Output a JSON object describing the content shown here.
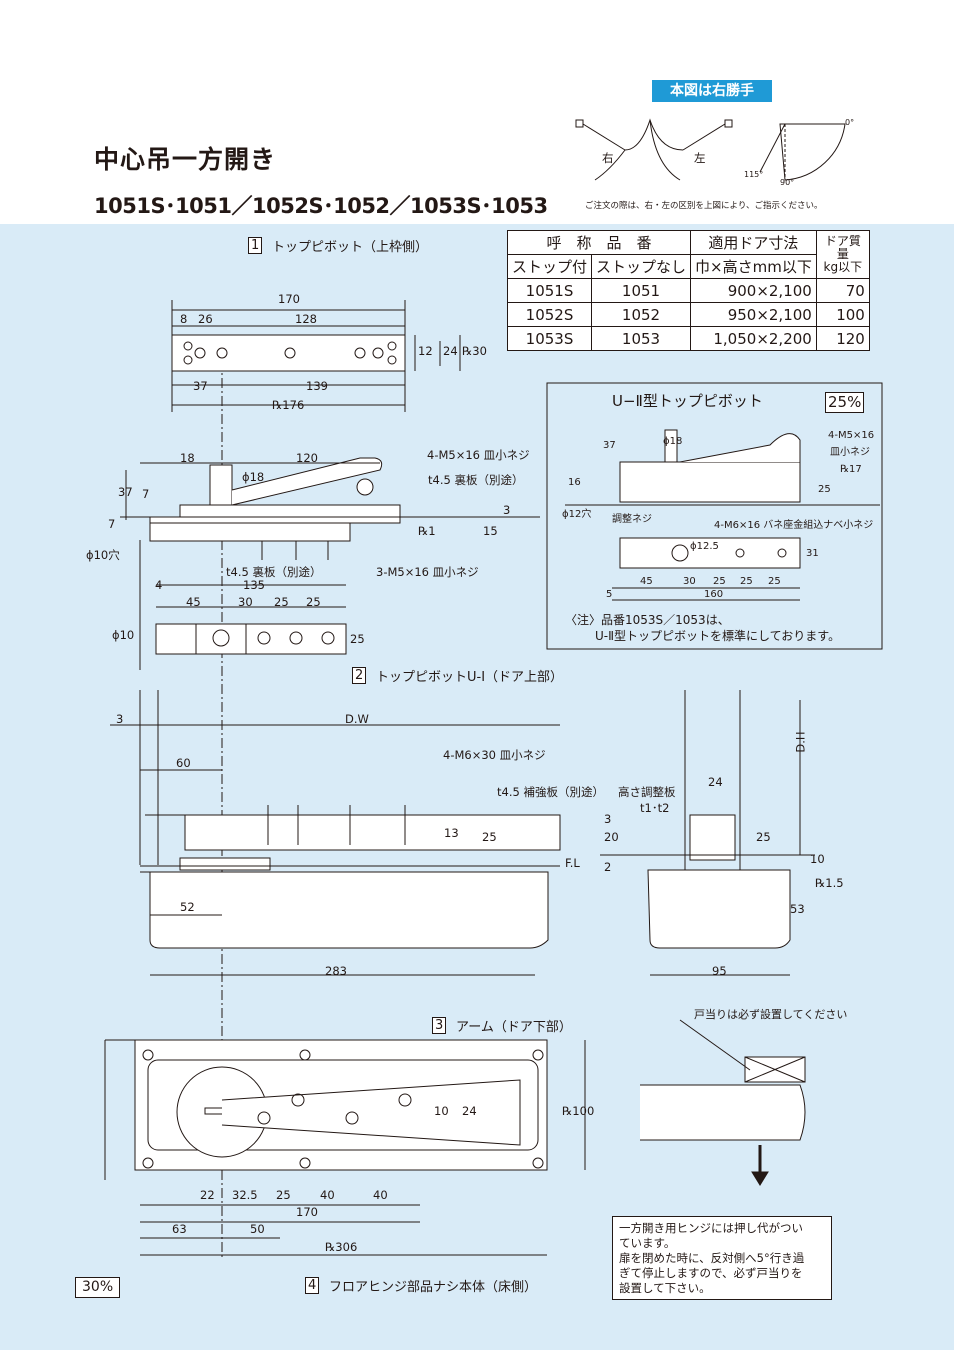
{
  "header": {
    "title": "中心吊一方開き",
    "models": "1051S･1051／1052S･1052／1053S･1053",
    "hand_badge": "本図は右勝手",
    "order_note": "ご注文の際は、右・左の区別を上図により、ご指示ください。",
    "hand_right": "右",
    "hand_left": "左",
    "angle_0": "0°",
    "angle_90": "90°",
    "angle_115": "115°"
  },
  "spec_table": {
    "headers": [
      "呼　称　品　番",
      "適用ドア寸法",
      "ドア質量"
    ],
    "subheaders": [
      "ストップ付",
      "ストップなし",
      "巾×高さmm以下",
      "kg以下"
    ],
    "rows": [
      [
        "1051S",
        "1051",
        "900×2,100",
        "70"
      ],
      [
        "1052S",
        "1052",
        "950×2,100",
        "100"
      ],
      [
        "1053S",
        "1053",
        "1,050×2,200",
        "120"
      ]
    ]
  },
  "sections": {
    "s1_num": "1",
    "s1_label": "トップピボット（上枠側）",
    "s2_num": "2",
    "s2_label": "トップピボットU-Ⅰ（ドア上部）",
    "s3_num": "3",
    "s3_label": "アーム（ドア下部）",
    "s4_num": "4",
    "s4_label": "フロアヒンジ部品ナシ本体（床側）"
  },
  "u2": {
    "title": "U−Ⅱ型トップピボット",
    "scale": "25%",
    "note1": "〈注〉品番1053S／1053は、",
    "note2": "U-Ⅱ型トップピボットを標準にしております。",
    "screw1": "4-M5×16",
    "screw1b": "皿小ネジ",
    "screw2": "4-M6×16 バネ座金組込ナベ小ネジ",
    "adjust": "調整ネジ",
    "hole12": "ϕ12穴",
    "d18": "ϕ18",
    "d125": "ϕ12.5"
  },
  "labels": {
    "screw_m5_4": "4-M5×16 皿小ネジ",
    "plate_45": "t4.5 裏板（別途）",
    "plate_45b": "t4.5 裏板（別途）",
    "screw_m5_3": "3-M5×16 皿小ネジ",
    "hole10": "ϕ10穴",
    "phi10": "ϕ10",
    "phi18": "ϕ18",
    "screw_m6": "4-M6×30 皿小ネジ",
    "reinforce": "t4.5 補強板（別途）",
    "height_adj": "高さ調整板",
    "t1t2": "t1･t2",
    "fl": "F.L",
    "dw": "D.W",
    "dh": "D.H",
    "stopper": "戸当りは必ず設置してください",
    "scale30": "30%",
    "note_lines": [
      "一方開き用ヒンジには押し代がつい",
      "ています。",
      "扉を閉めた時に、反対側へ5°行き過",
      "ぎて停止しますので、必ず戸当りを",
      "設置して下さい。"
    ]
  },
  "dims": {
    "d170": "170",
    "d8": "8",
    "d26": "26",
    "d128": "128",
    "d12": "12",
    "d24": "24",
    "d30": "℞30",
    "d37": "37",
    "d139": "139",
    "d176": "℞176",
    "d18": "18",
    "d120": "120",
    "d37b": "37",
    "d7": "7",
    "d7b": "7",
    "d3": "3",
    "d15": "15",
    "dr1": "℞1",
    "d135": "135",
    "d4": "4",
    "d45": "45",
    "d30b": "30",
    "d25a": "25",
    "d25b": "25",
    "d25c": "25",
    "d3b": "3",
    "d60": "60",
    "d13": "13",
    "d25d": "25",
    "d52": "52",
    "d283": "283",
    "d24b": "24",
    "d20": "20",
    "d3c": "3",
    "d2": "2",
    "d25e": "25",
    "d10": "10",
    "dr15": "℞1.5",
    "d53": "53",
    "d95": "95",
    "d10b": "10",
    "d24c": "24",
    "dr100": "℞100",
    "a22": "22",
    "a325": "32.5",
    "a25": "25",
    "a40": "40",
    "a40b": "40",
    "a170": "170",
    "a63": "63",
    "a50": "50",
    "ar306": "℞306",
    "u37": "37",
    "u16": "16",
    "u25": "25",
    "ur17": "℞17",
    "u31": "31",
    "u45": "45",
    "u30": "30",
    "u25a": "25",
    "u25b": "25",
    "u25c": "25",
    "u160": "160",
    "u5": "5"
  }
}
